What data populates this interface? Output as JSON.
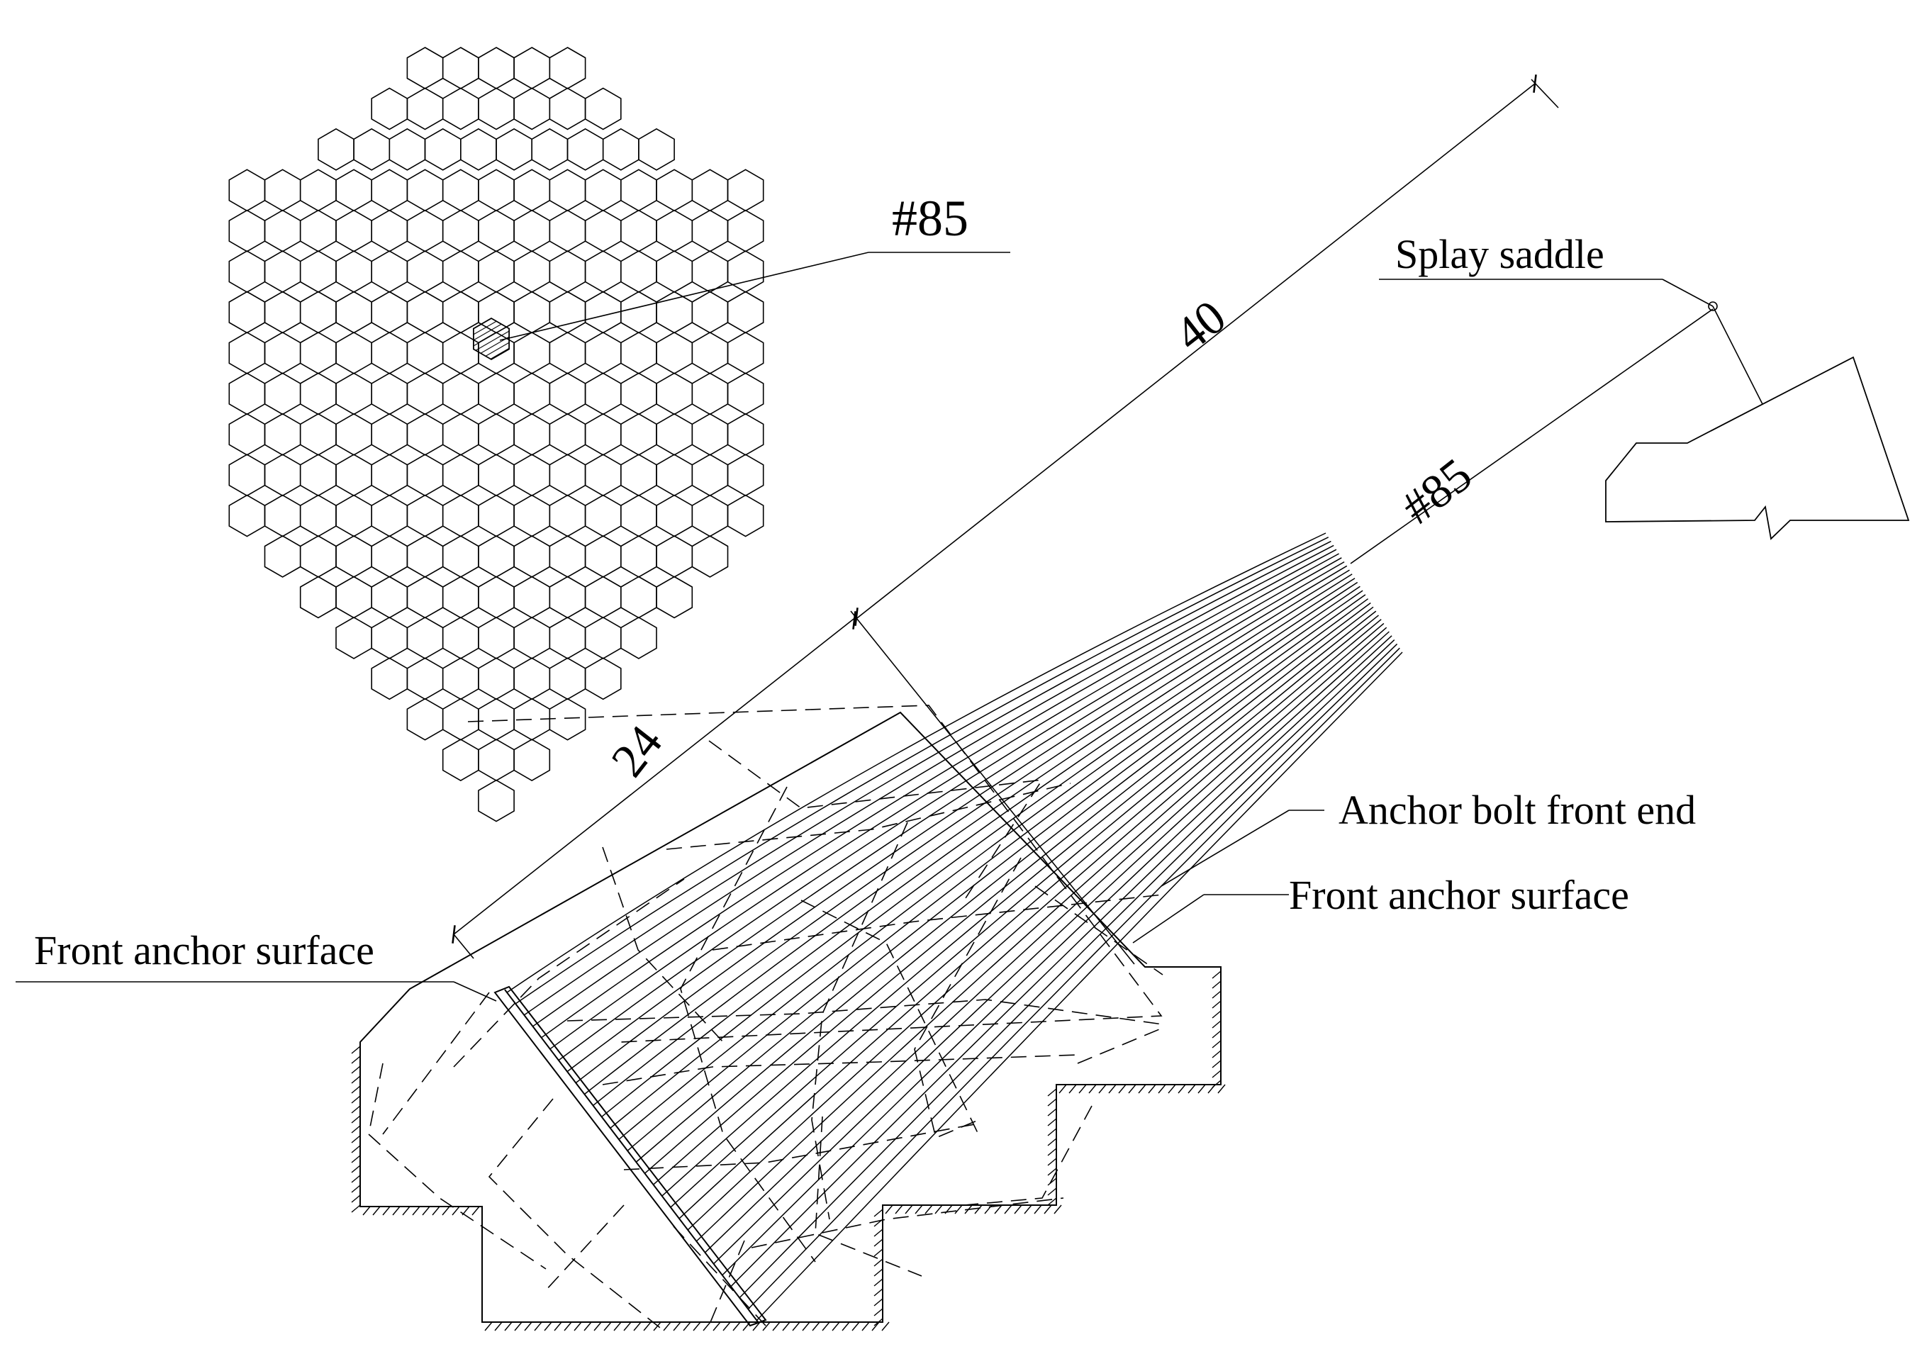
{
  "labels": {
    "strand_id_section": "#85",
    "strand_id_cable": "#85",
    "splay_saddle": "Splay saddle",
    "anchor_bolt_front_end": "Anchor bolt front end",
    "front_anchor_surface_right": "Front anchor surface",
    "front_anchor_surface_left": "Front anchor surface"
  },
  "dimensions": {
    "total_length": "40",
    "front_length": "24"
  },
  "cross_section": {
    "row_counts": [
      5,
      7,
      10,
      15,
      15,
      15,
      15,
      15,
      15,
      15,
      15,
      15,
      13,
      11,
      9,
      7,
      5,
      3,
      1
    ],
    "highlighted_strand": "#85"
  },
  "colors": {
    "line": "#000000",
    "background": "#ffffff"
  }
}
